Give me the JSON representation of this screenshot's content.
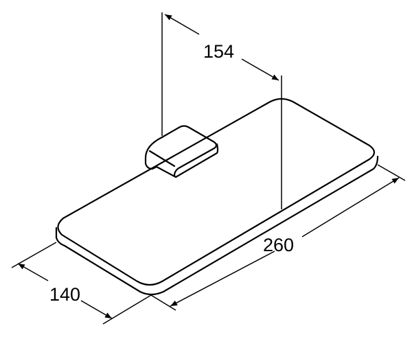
{
  "diagram": {
    "dimensions": {
      "depth_to_wall": "154",
      "length": "260",
      "width": "140"
    },
    "line_color": "#000000",
    "background": "#ffffff"
  }
}
